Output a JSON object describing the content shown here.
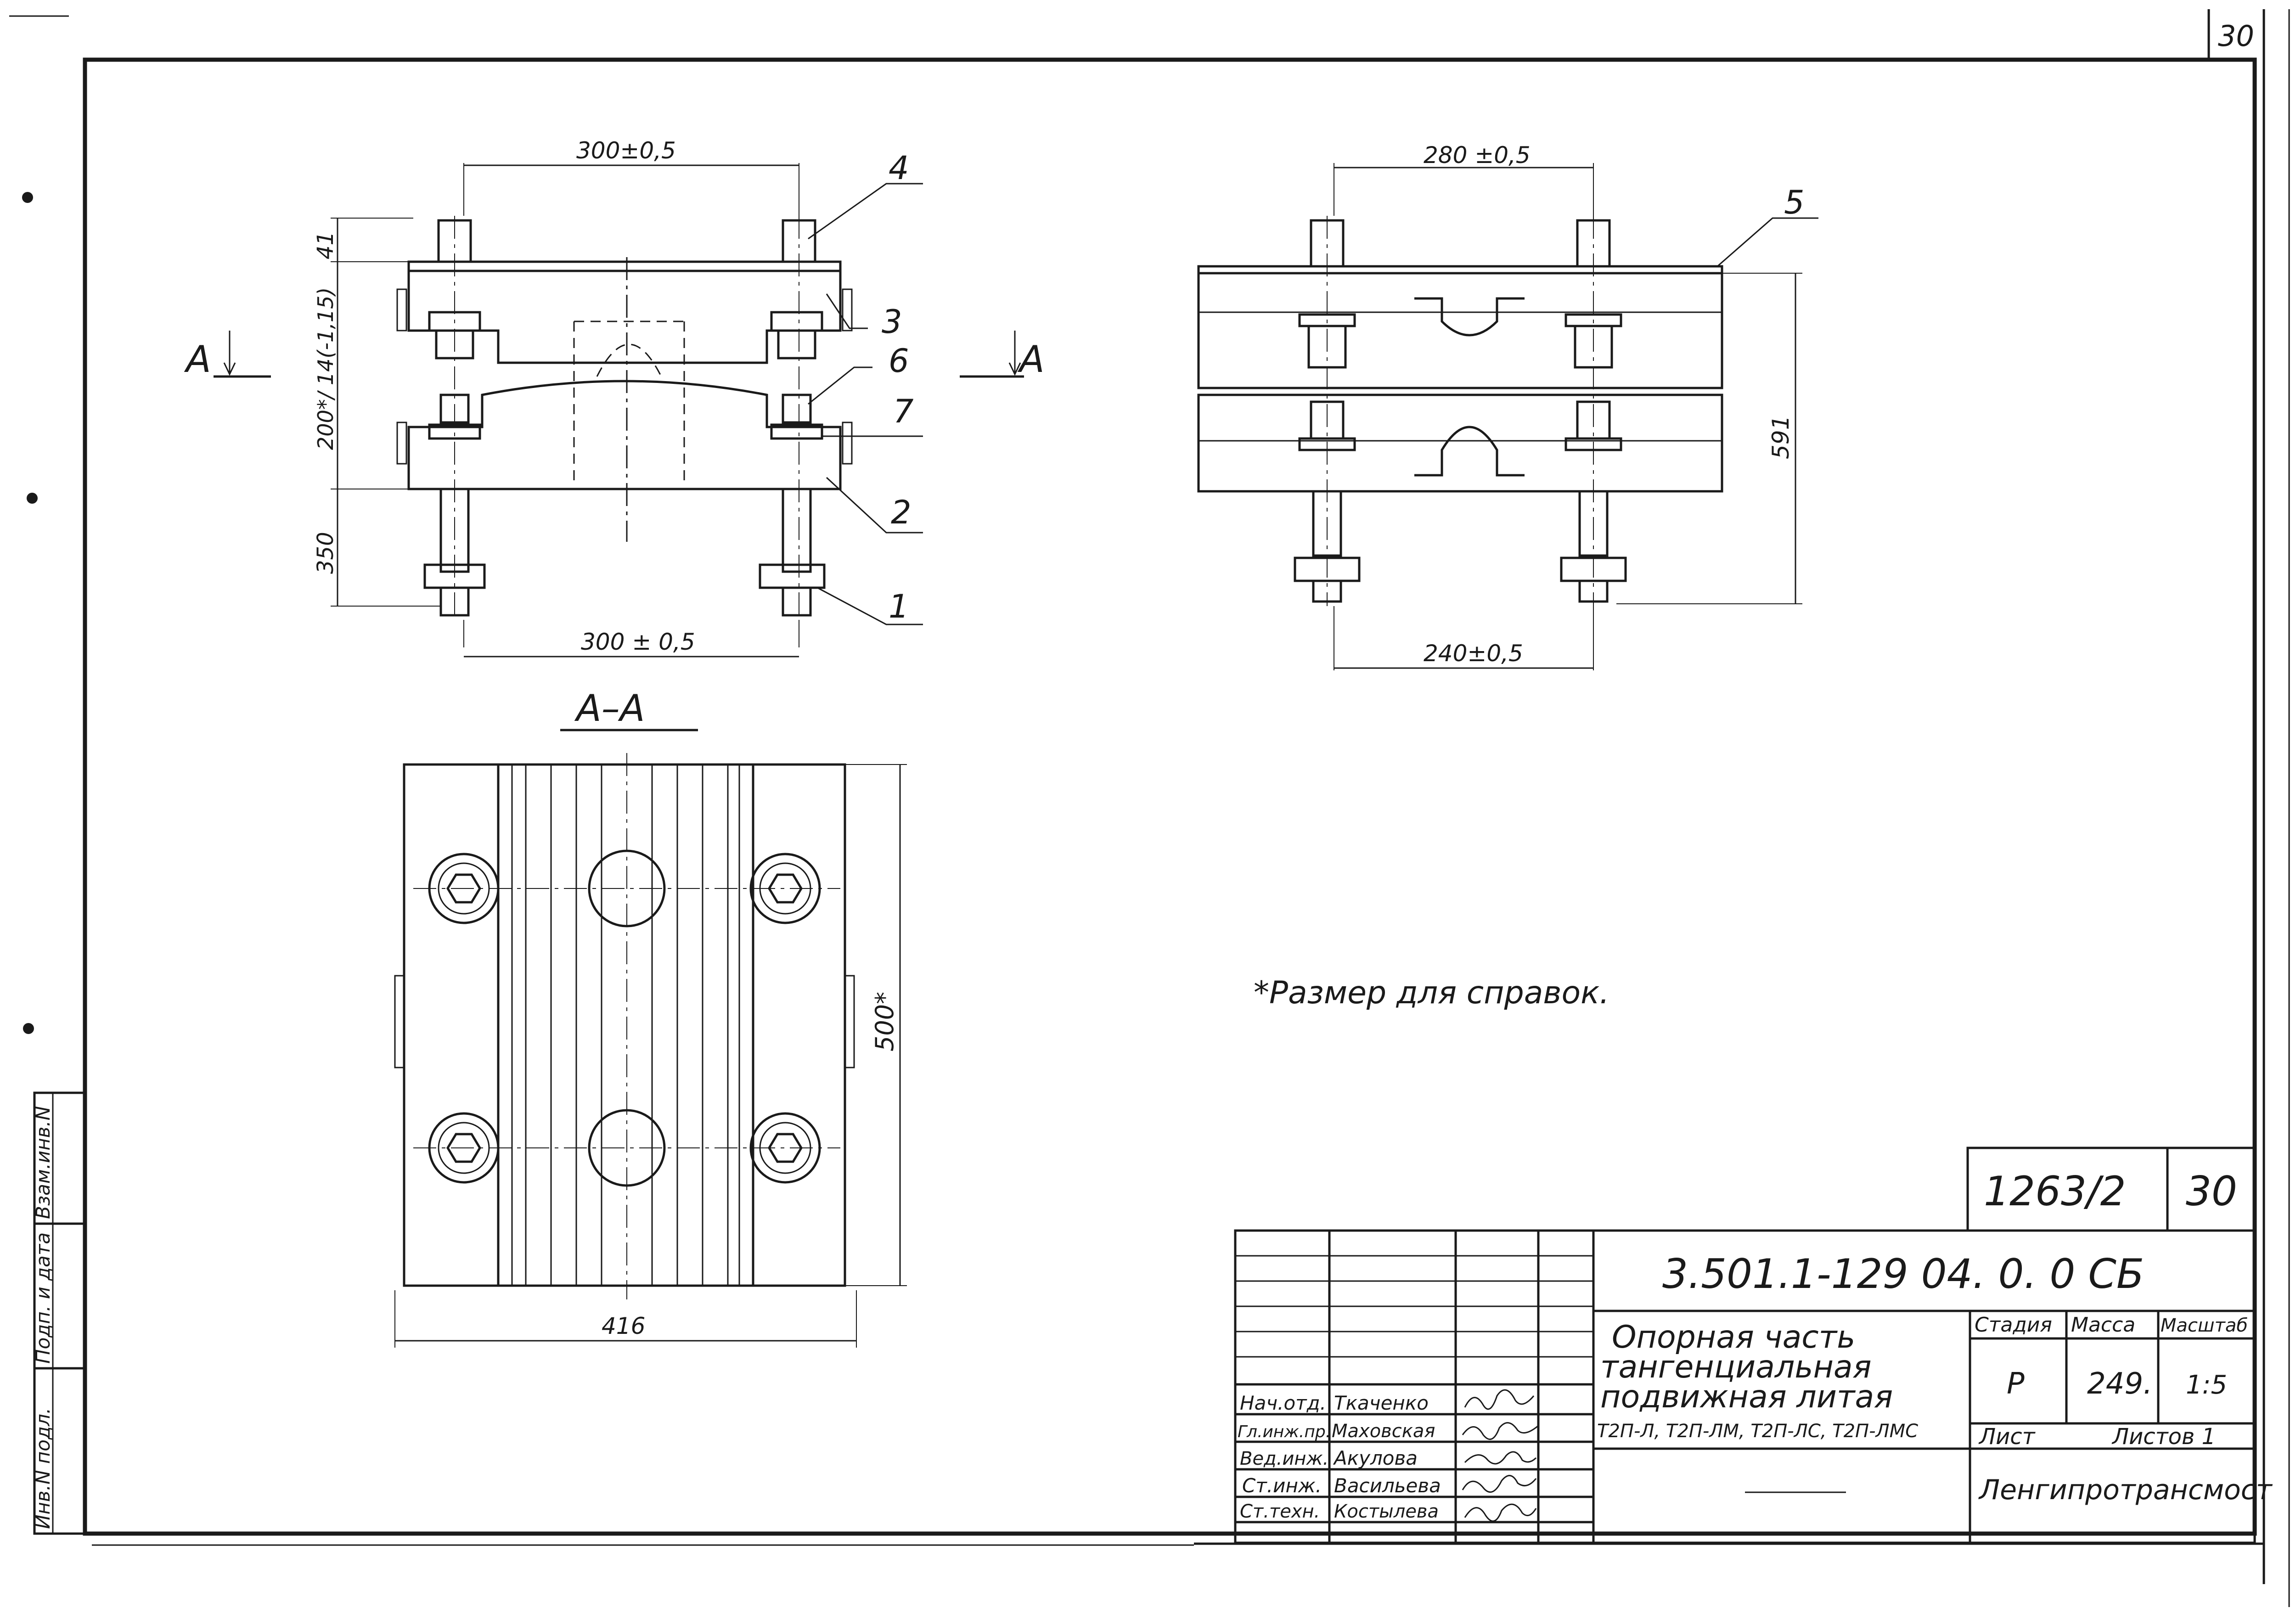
{
  "sheet": {
    "sheet_corner_number": "30"
  },
  "front_view": {
    "dims": {
      "top_width": "300±0,5",
      "bottom_width": "300 ± 0,5",
      "height_41": "41",
      "height_200": "200*/ 14(-1,15)",
      "height_350": "350"
    },
    "callouts": [
      "4",
      "3",
      "6",
      "7",
      "2",
      "1"
    ]
  },
  "side_view": {
    "dims": {
      "top_width": "280 ±0,5",
      "bottom_width": "240±0,5",
      "height": "591"
    },
    "callouts": [
      "5"
    ]
  },
  "section_marks": {
    "left_label": "А",
    "right_label": "А",
    "section_title": "А–А"
  },
  "plan_view": {
    "dims": {
      "width": "416",
      "height": "500*"
    }
  },
  "note": "*Размер для справок.",
  "title_block": {
    "doc_ref": "1263/2",
    "sheet_no": "30",
    "designation": "3.501.1-129 04. 0. 0 СБ",
    "name_lines": [
      "Опорная часть",
      "тангенциальная",
      "подвижная литая",
      "Т2П-Л, Т2П-ЛМ, Т2П-ЛС, Т2П-ЛМС"
    ],
    "stage_header": "Стадия",
    "mass_header": "Масса",
    "scale_header": "Масштаб",
    "stage": "Р",
    "mass": "249.",
    "scale": "1:5",
    "sheet_label": "Лист",
    "sheets_label": "Листов 1",
    "organization": "Ленгипротрансмост",
    "signatures": [
      {
        "role": "Нач.отд.",
        "name": "Ткаченко"
      },
      {
        "role": "Гл.инж.пр.",
        "name": "Маховская"
      },
      {
        "role": "Вед.инж.",
        "name": "Акулова"
      },
      {
        "role": "Ст.инж.",
        "name": "Васильева"
      },
      {
        "role": "Ст.техн.",
        "name": "Костылева"
      }
    ]
  },
  "side_stamp": [
    "Инв.N подл.",
    "Подп. и дата",
    "Взам.инв.N"
  ]
}
